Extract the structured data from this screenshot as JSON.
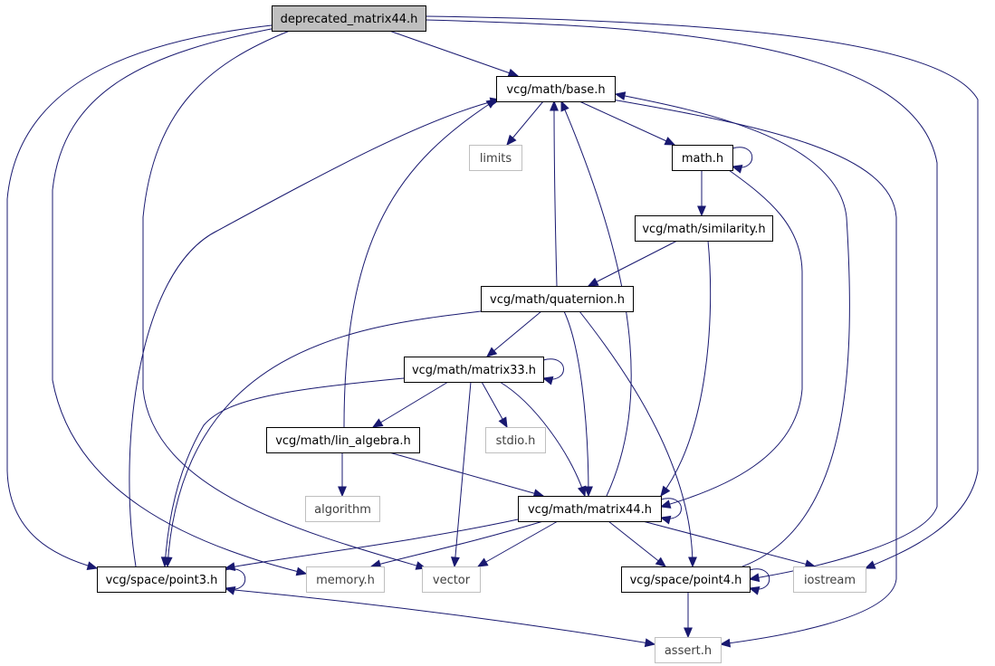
{
  "diagram": {
    "type": "include-dependency-graph",
    "colors": {
      "edge": "#191970",
      "root_fill": "#bfbfbf",
      "node_border": "#000000",
      "external_border": "#bfbfbf",
      "external_text": "#404040",
      "text": "#000000"
    },
    "nodes": [
      {
        "id": "deprecated_matrix44",
        "label": "deprecated_matrix44.h",
        "kind": "root"
      },
      {
        "id": "base",
        "label": "vcg/math/base.h",
        "kind": "local"
      },
      {
        "id": "limits",
        "label": "limits",
        "kind": "external"
      },
      {
        "id": "math",
        "label": "math.h",
        "kind": "local"
      },
      {
        "id": "similarity",
        "label": "vcg/math/similarity.h",
        "kind": "local"
      },
      {
        "id": "quaternion",
        "label": "vcg/math/quaternion.h",
        "kind": "local"
      },
      {
        "id": "matrix33",
        "label": "vcg/math/matrix33.h",
        "kind": "local"
      },
      {
        "id": "lin_algebra",
        "label": "vcg/math/lin_algebra.h",
        "kind": "local"
      },
      {
        "id": "stdio",
        "label": "stdio.h",
        "kind": "external"
      },
      {
        "id": "algorithm",
        "label": "algorithm",
        "kind": "external"
      },
      {
        "id": "matrix44",
        "label": "vcg/math/matrix44.h",
        "kind": "local"
      },
      {
        "id": "point3",
        "label": "vcg/space/point3.h",
        "kind": "local"
      },
      {
        "id": "memory",
        "label": "memory.h",
        "kind": "external"
      },
      {
        "id": "vector",
        "label": "vector",
        "kind": "external"
      },
      {
        "id": "point4",
        "label": "vcg/space/point4.h",
        "kind": "local"
      },
      {
        "id": "iostream",
        "label": "iostream",
        "kind": "external"
      },
      {
        "id": "assert",
        "label": "assert.h",
        "kind": "external"
      }
    ],
    "edges": [
      {
        "from": "deprecated_matrix44",
        "to": "base"
      },
      {
        "from": "deprecated_matrix44",
        "to": "point3"
      },
      {
        "from": "deprecated_matrix44",
        "to": "memory"
      },
      {
        "from": "deprecated_matrix44",
        "to": "vector"
      },
      {
        "from": "deprecated_matrix44",
        "to": "point4"
      },
      {
        "from": "deprecated_matrix44",
        "to": "iostream"
      },
      {
        "from": "base",
        "to": "limits"
      },
      {
        "from": "base",
        "to": "math"
      },
      {
        "from": "base",
        "to": "assert"
      },
      {
        "from": "math",
        "to": "math"
      },
      {
        "from": "math",
        "to": "similarity"
      },
      {
        "from": "math",
        "to": "matrix44"
      },
      {
        "from": "similarity",
        "to": "quaternion"
      },
      {
        "from": "similarity",
        "to": "matrix44"
      },
      {
        "from": "quaternion",
        "to": "base"
      },
      {
        "from": "quaternion",
        "to": "matrix33"
      },
      {
        "from": "quaternion",
        "to": "point3"
      },
      {
        "from": "quaternion",
        "to": "matrix44"
      },
      {
        "from": "quaternion",
        "to": "point4"
      },
      {
        "from": "matrix33",
        "to": "matrix33"
      },
      {
        "from": "matrix33",
        "to": "lin_algebra"
      },
      {
        "from": "matrix33",
        "to": "stdio"
      },
      {
        "from": "matrix33",
        "to": "point3"
      },
      {
        "from": "matrix33",
        "to": "vector"
      },
      {
        "from": "matrix33",
        "to": "matrix44"
      },
      {
        "from": "lin_algebra",
        "to": "base"
      },
      {
        "from": "lin_algebra",
        "to": "algorithm"
      },
      {
        "from": "lin_algebra",
        "to": "matrix44"
      },
      {
        "from": "matrix44",
        "to": "base"
      },
      {
        "from": "matrix44",
        "to": "matrix44"
      },
      {
        "from": "matrix44",
        "to": "point3"
      },
      {
        "from": "matrix44",
        "to": "memory"
      },
      {
        "from": "matrix44",
        "to": "vector"
      },
      {
        "from": "matrix44",
        "to": "point4"
      },
      {
        "from": "matrix44",
        "to": "iostream"
      },
      {
        "from": "point3",
        "to": "base"
      },
      {
        "from": "point3",
        "to": "point3"
      },
      {
        "from": "point3",
        "to": "assert"
      },
      {
        "from": "point4",
        "to": "base"
      },
      {
        "from": "point4",
        "to": "point4"
      },
      {
        "from": "point4",
        "to": "assert"
      }
    ]
  }
}
